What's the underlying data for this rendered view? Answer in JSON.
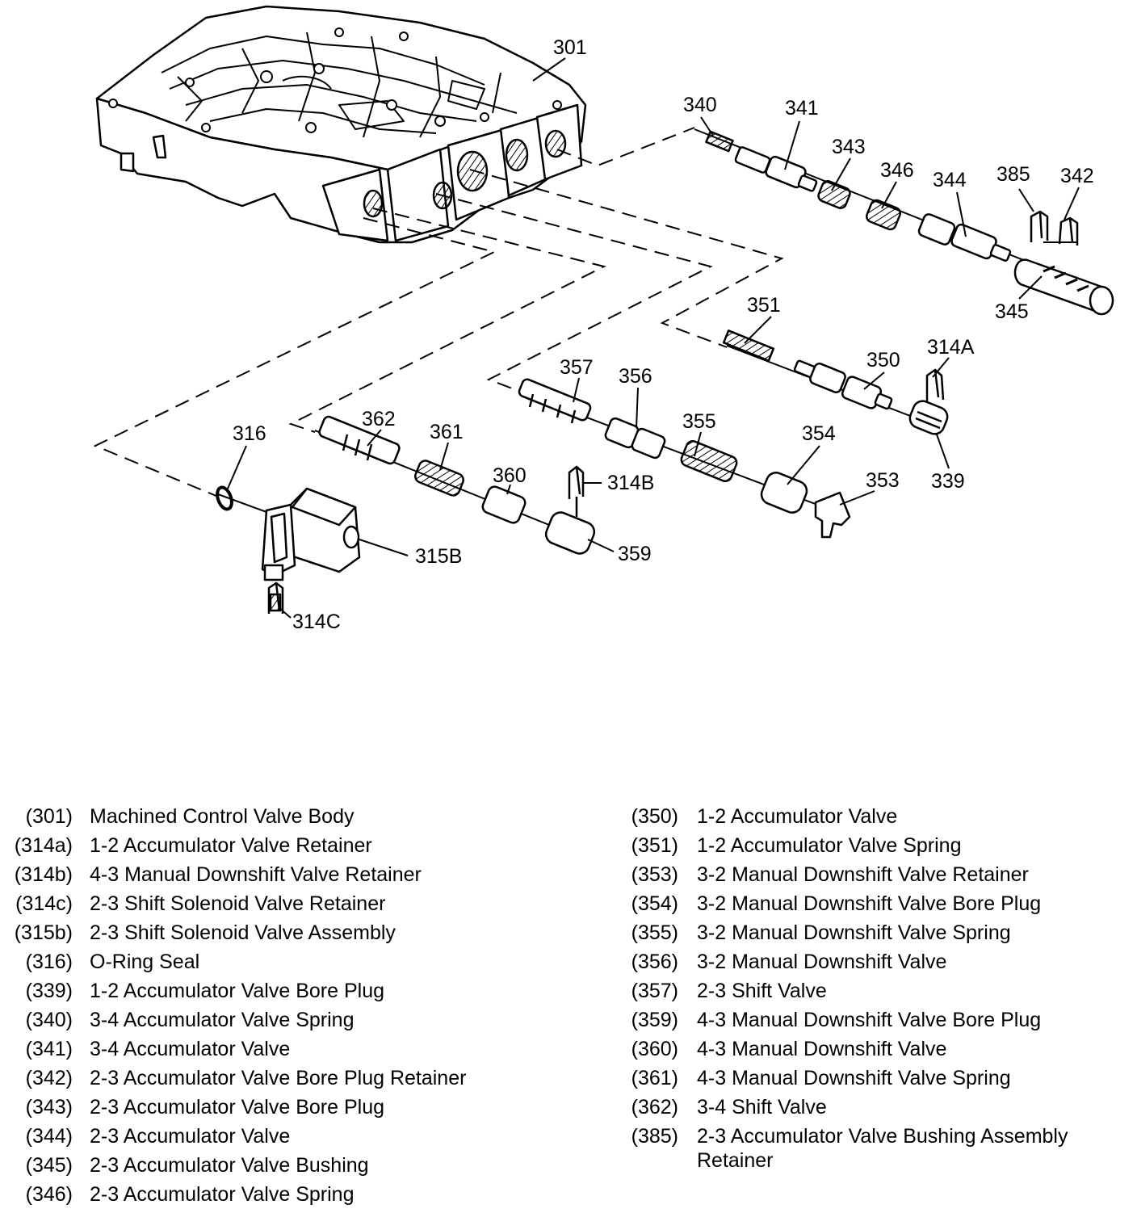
{
  "callouts": {
    "c301": "301",
    "c340": "340",
    "c341": "341",
    "c343": "343",
    "c346": "346",
    "c344": "344",
    "c385": "385",
    "c342": "342",
    "c345": "345",
    "c351": "351",
    "c350": "350",
    "c314a": "314A",
    "c339": "339",
    "c357": "357",
    "c356": "356",
    "c355": "355",
    "c354": "354",
    "c353": "353",
    "c362": "362",
    "c361": "361",
    "c360": "360",
    "c314b": "314B",
    "c359": "359",
    "c316": "316",
    "c315b": "315B",
    "c314c": "314C"
  },
  "legend_left": [
    {
      "code": "(301)",
      "desc": "Machined Control Valve Body"
    },
    {
      "code": "(314a)",
      "desc": "1-2 Accumulator Valve Retainer"
    },
    {
      "code": "(314b)",
      "desc": "4-3 Manual Downshift Valve Retainer"
    },
    {
      "code": "(314c)",
      "desc": "2-3 Shift Solenoid Valve Retainer"
    },
    {
      "code": "(315b)",
      "desc": "2-3 Shift Solenoid Valve Assembly"
    },
    {
      "code": "(316)",
      "desc": "O-Ring Seal"
    },
    {
      "code": "(339)",
      "desc": "1-2 Accumulator Valve Bore Plug"
    },
    {
      "code": "(340)",
      "desc": "3-4 Accumulator Valve Spring"
    },
    {
      "code": "(341)",
      "desc": "3-4 Accumulator Valve"
    },
    {
      "code": "(342)",
      "desc": "2-3 Accumulator Valve Bore Plug Retainer"
    },
    {
      "code": "(343)",
      "desc": "2-3 Accumulator Valve Bore Plug"
    },
    {
      "code": "(344)",
      "desc": "2-3 Accumulator Valve"
    },
    {
      "code": "(345)",
      "desc": "2-3 Accumulator Valve Bushing"
    },
    {
      "code": "(346)",
      "desc": "2-3 Accumulator Valve Spring"
    }
  ],
  "legend_right": [
    {
      "code": "(350)",
      "desc": "1-2 Accumulator Valve"
    },
    {
      "code": "(351)",
      "desc": "1-2 Accumulator Valve Spring"
    },
    {
      "code": "(353)",
      "desc": "3-2 Manual Downshift Valve Retainer"
    },
    {
      "code": "(354)",
      "desc": "3-2 Manual Downshift Valve Bore Plug"
    },
    {
      "code": "(355)",
      "desc": "3-2 Manual Downshift Valve Spring"
    },
    {
      "code": "(356)",
      "desc": "3-2 Manual Downshift Valve"
    },
    {
      "code": "(357)",
      "desc": "2-3 Shift Valve"
    },
    {
      "code": "(359)",
      "desc": "4-3 Manual Downshift Valve Bore Plug"
    },
    {
      "code": "(360)",
      "desc": "4-3 Manual Downshift Valve"
    },
    {
      "code": "(361)",
      "desc": "4-3 Manual Downshift Valve Spring"
    },
    {
      "code": "(362)",
      "desc": "3-4 Shift Valve"
    },
    {
      "code": "(385)",
      "desc": "2-3 Accumulator Valve Bushing Assembly",
      "desc2": "Retainer"
    }
  ]
}
